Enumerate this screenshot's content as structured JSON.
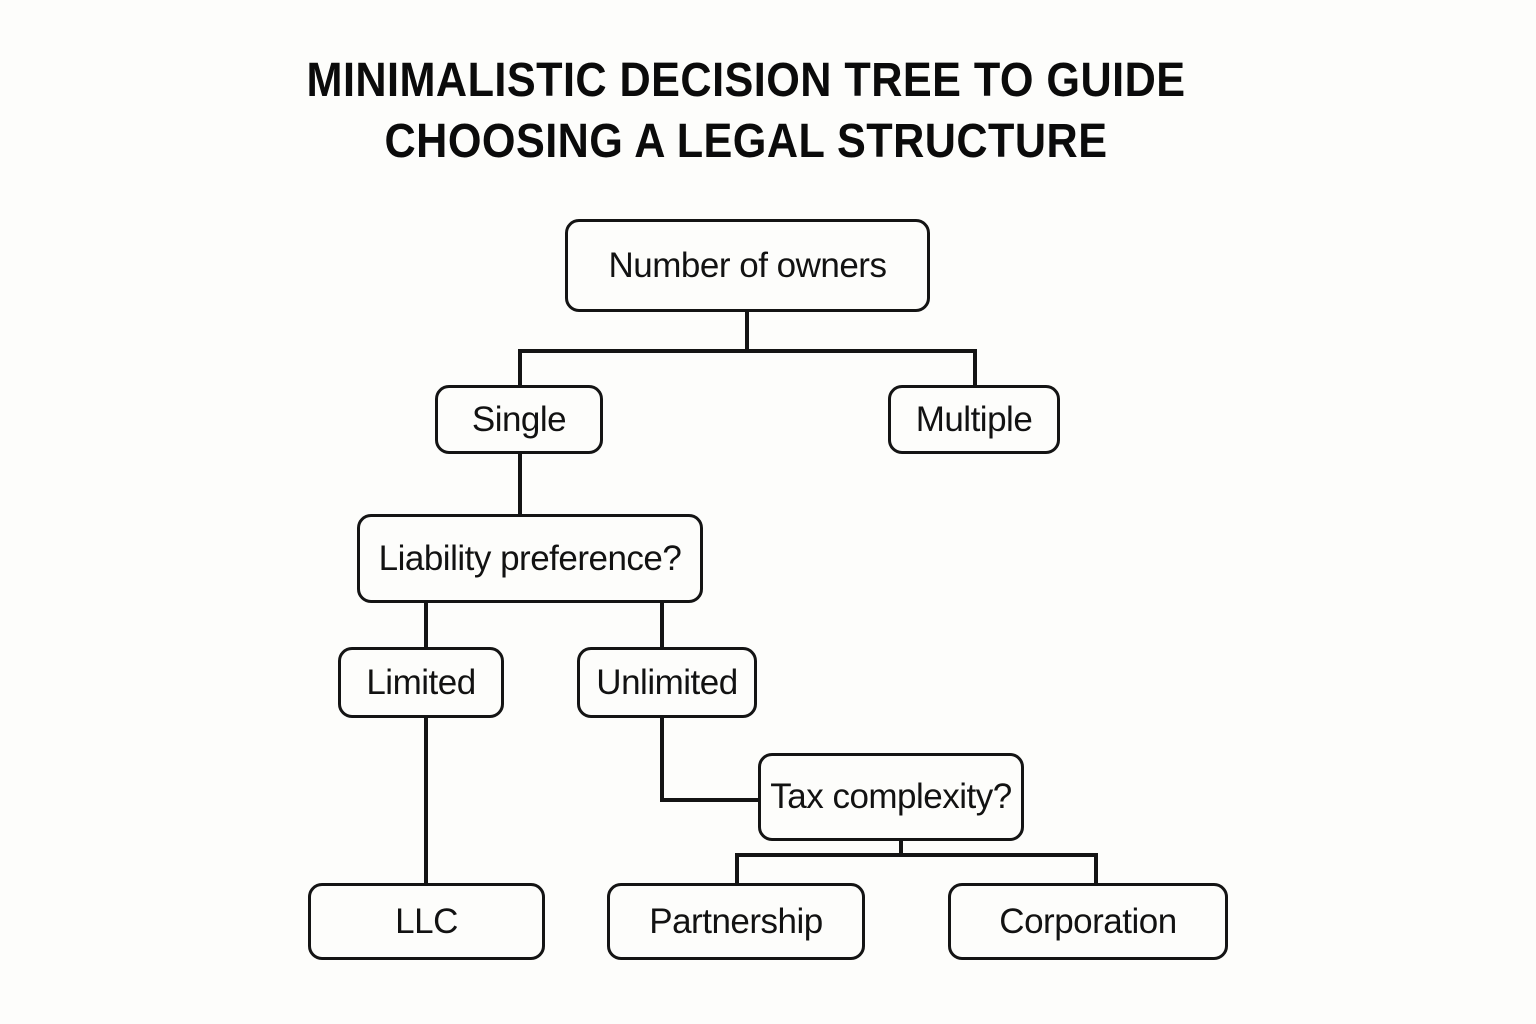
{
  "title": {
    "line1": "MINIMALISTIC DECISION TREE TO GUIDE",
    "line2": "CHOOSING A LEGAL STRUCTURE"
  },
  "diagram": {
    "type": "decision-tree",
    "nodes": {
      "number_of_owners": {
        "label": "Number of owners",
        "kind": "question"
      },
      "single": {
        "label": "Single",
        "kind": "answer"
      },
      "multiple": {
        "label": "Multiple",
        "kind": "answer"
      },
      "liability_preference": {
        "label": "Liability preference?",
        "kind": "question"
      },
      "limited": {
        "label": "Limited",
        "kind": "answer"
      },
      "unlimited": {
        "label": "Unlimited",
        "kind": "answer"
      },
      "tax_complexity": {
        "label": "Tax complexity?",
        "kind": "question"
      },
      "llc": {
        "label": "LLC",
        "kind": "result"
      },
      "partnership": {
        "label": "Partnership",
        "kind": "result"
      },
      "corporation": {
        "label": "Corporation",
        "kind": "result"
      }
    },
    "edges": [
      {
        "from": "number_of_owners",
        "to": "single"
      },
      {
        "from": "number_of_owners",
        "to": "multiple"
      },
      {
        "from": "single",
        "to": "liability_preference"
      },
      {
        "from": "liability_preference",
        "to": "limited"
      },
      {
        "from": "liability_preference",
        "to": "unlimited"
      },
      {
        "from": "limited",
        "to": "llc"
      },
      {
        "from": "unlimited",
        "to": "tax_complexity"
      },
      {
        "from": "tax_complexity",
        "to": "partnership"
      },
      {
        "from": "tax_complexity",
        "to": "corporation"
      }
    ],
    "colors": {
      "background": "#fdfdfb",
      "line": "#141414",
      "text": "#121212",
      "node_fill": "#fdfdfb"
    }
  }
}
